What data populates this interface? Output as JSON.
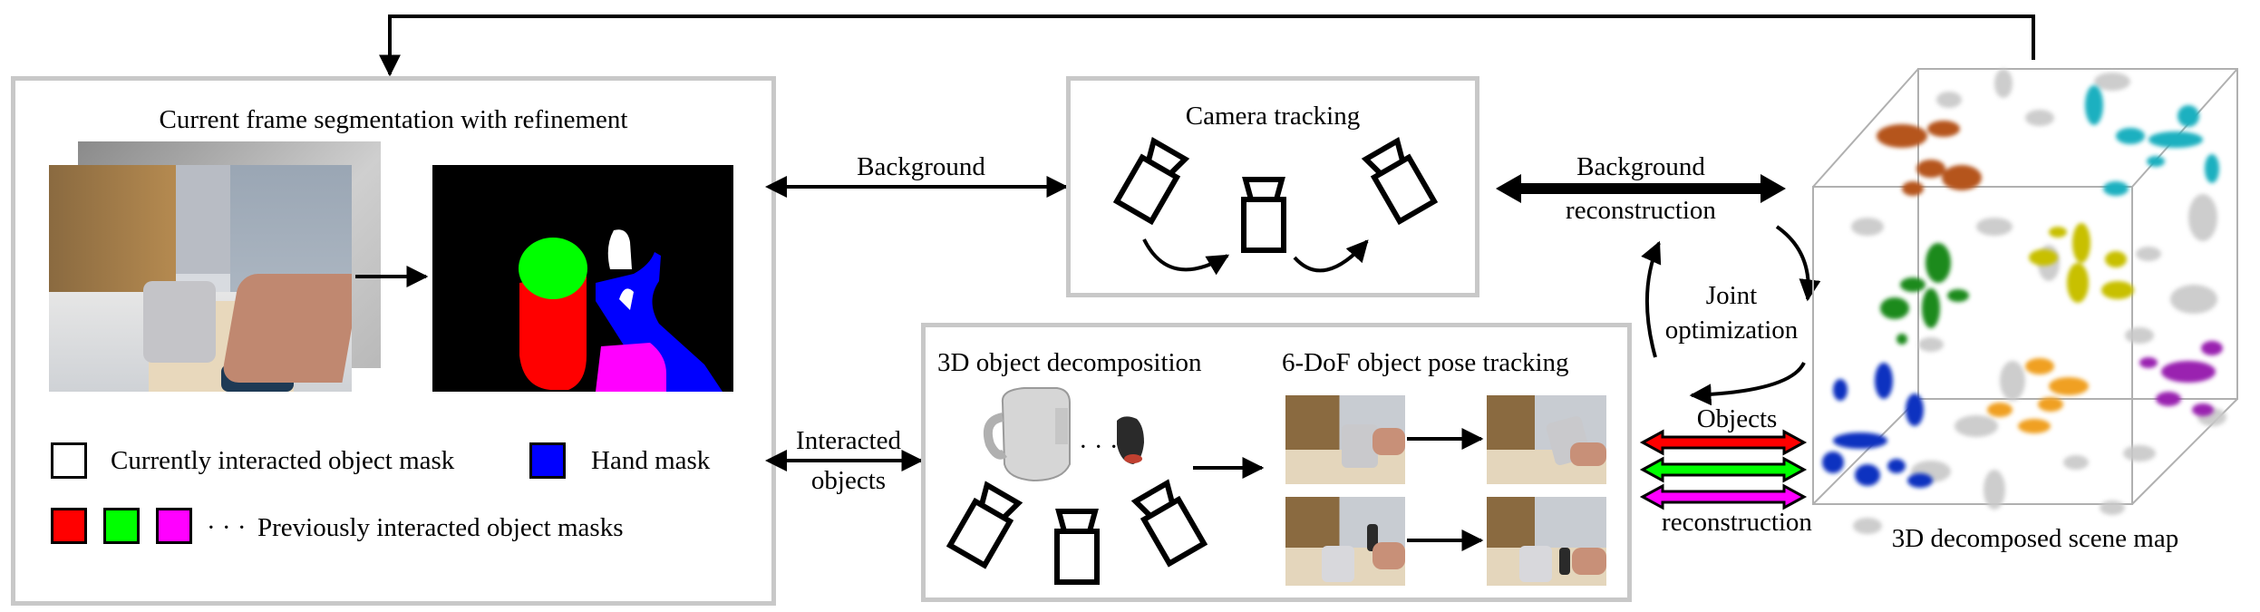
{
  "labels": {
    "segmentation_title": "Current frame segmentation with refinement",
    "camera_tracking": "Camera tracking",
    "background_arrow": "Background",
    "background_recon_line1": "Background",
    "background_recon_line2": "reconstruction",
    "joint_line1": "Joint",
    "joint_line2": "optimization",
    "objects_recon_line1": "Objects",
    "objects_recon_line2": "reconstruction",
    "interacted_line1": "Interacted",
    "interacted_line2": "objects",
    "decomposition": "3D object decomposition",
    "pose_tracking": "6-DoF object pose tracking",
    "scene_map": "3D decomposed scene map",
    "legend_current": "Currently interacted object mask",
    "legend_hand": "Hand mask",
    "legend_previous": "Previously interacted object masks",
    "ellipsis": "· · ·"
  },
  "colors": {
    "panel_border": "#c8c8c8",
    "mask_red": "#ff0000",
    "mask_green": "#00ff00",
    "mask_magenta": "#ff00ff",
    "mask_blue": "#0000ff",
    "mask_white": "#ffffff",
    "ellipsoid_brown": "#b5541b",
    "ellipsoid_cyan": "#1ab0c0",
    "ellipsoid_green": "#1a8a1a",
    "ellipsoid_yellow": "#c8c000",
    "ellipsoid_orange": "#f0a020",
    "ellipsoid_purple": "#9a20b0",
    "ellipsoid_blue": "#1030c0"
  },
  "icons": [
    "camera-icon",
    "arrow-icon",
    "object-mesh-icon"
  ]
}
